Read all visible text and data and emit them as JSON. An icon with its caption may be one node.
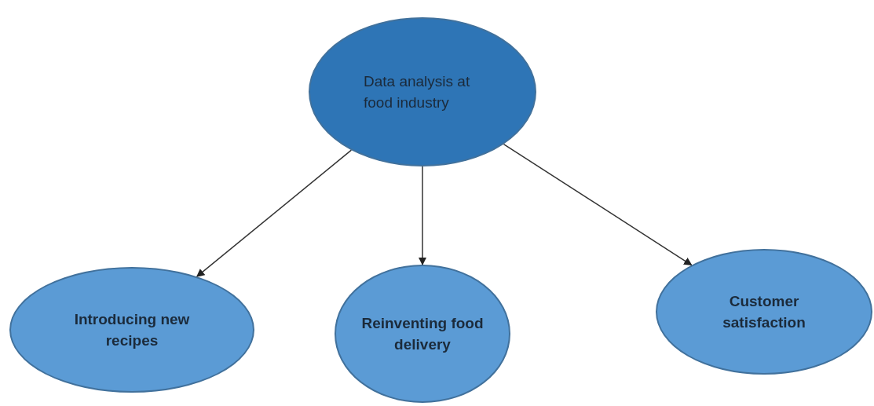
{
  "diagram": {
    "nodes": [
      {
        "text": [
          "Data analysis at food industry"
        ]
      },
      {
        "text": [
          "Introducing new recipes"
        ]
      },
      {
        "text": [
          "Reinventing food delivery"
        ]
      },
      {
        "text": [
          "Customer satisfaction"
        ]
      }
    ],
    "edges": [
      {
        "from": 0,
        "to": 1,
        "arrow": "to"
      },
      {
        "from": 0,
        "to": 2,
        "arrow": "to"
      },
      {
        "from": 0,
        "to": 3,
        "arrow": "to"
      }
    ]
  }
}
